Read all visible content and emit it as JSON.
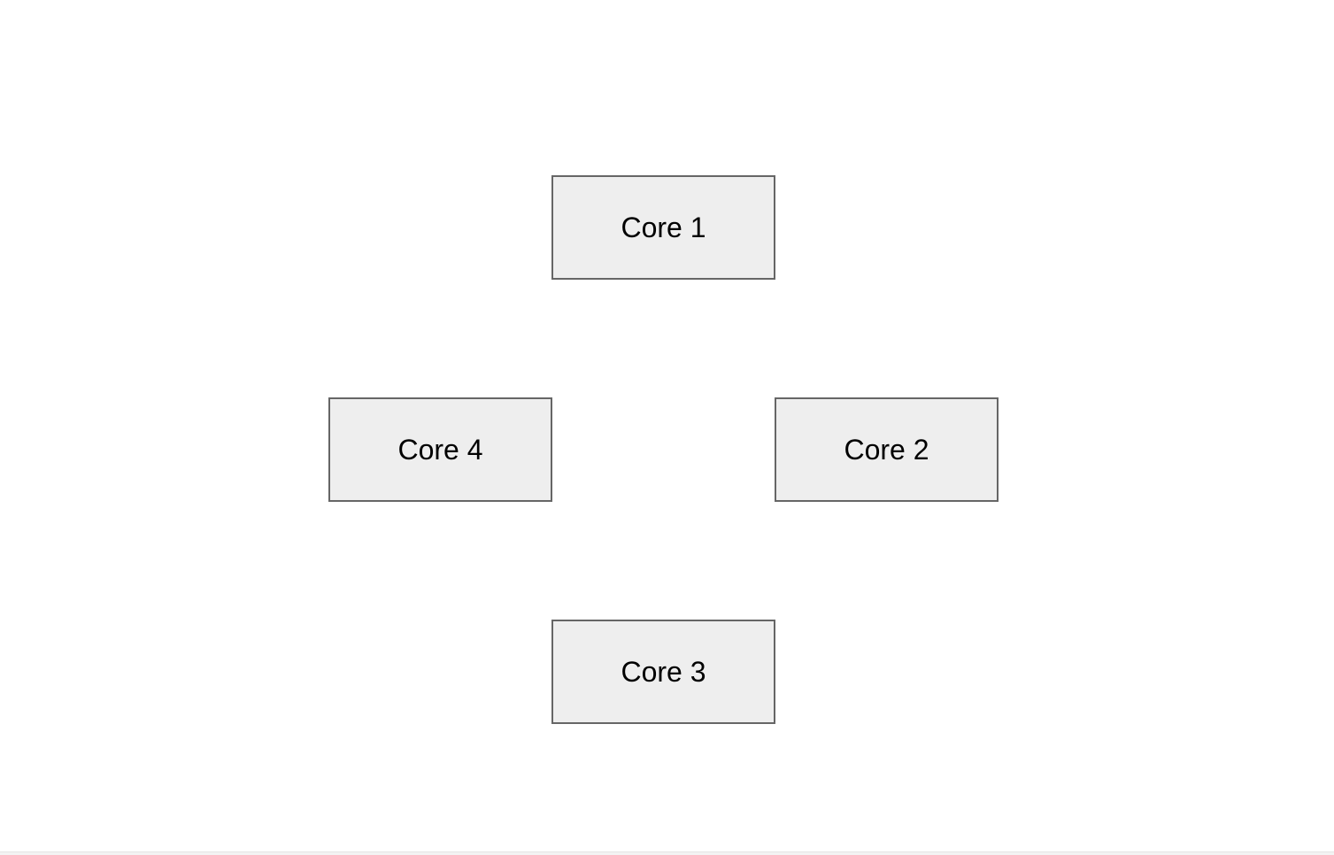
{
  "diagram": {
    "nodes": [
      {
        "id": "core-1",
        "label": "Core 1"
      },
      {
        "id": "core-2",
        "label": "Core 2"
      },
      {
        "id": "core-3",
        "label": "Core 3"
      },
      {
        "id": "core-4",
        "label": "Core 4"
      }
    ]
  },
  "colors": {
    "background": "#ffffff",
    "node_fill": "#eeeeee",
    "node_border": "#666666",
    "text": "#000000"
  }
}
